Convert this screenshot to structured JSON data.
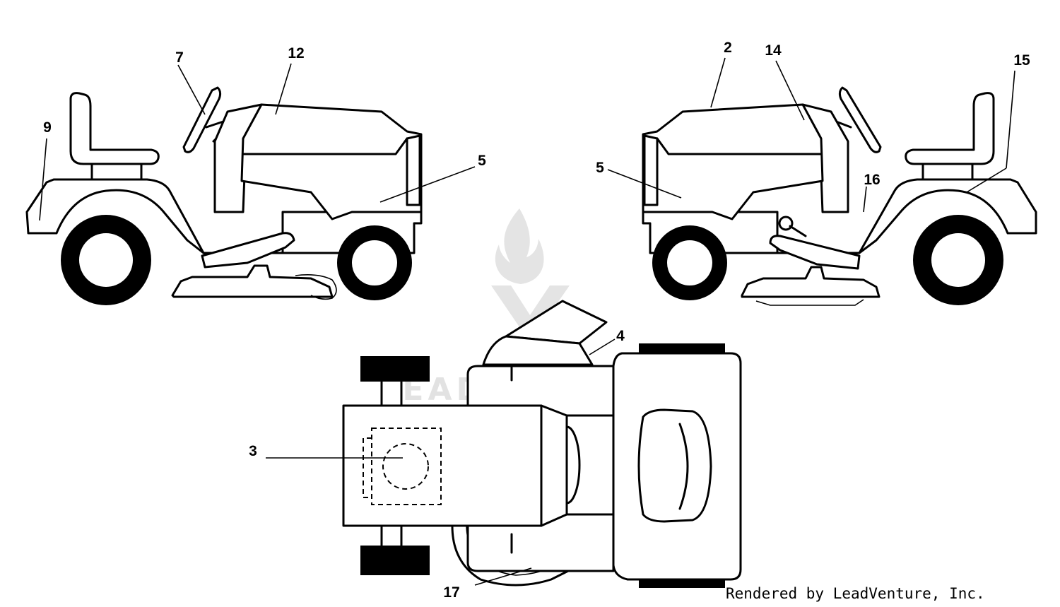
{
  "diagram": {
    "callouts": {
      "c2": "2",
      "c3": "3",
      "c4": "4",
      "c5a": "5",
      "c5b": "5",
      "c7": "7",
      "c9": "9",
      "c12": "12",
      "c14": "14",
      "c15": "15",
      "c16": "16",
      "c17": "17"
    },
    "watermark": "LEADVENTURE",
    "footer": "Rendered by LeadVenture, Inc."
  }
}
